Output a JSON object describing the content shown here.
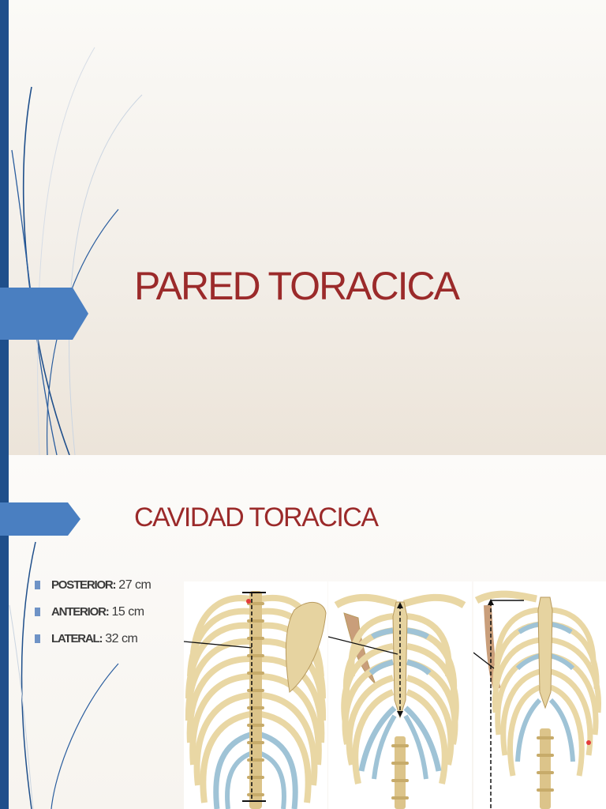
{
  "slide1": {
    "title": "PARED TORACICA"
  },
  "slide2": {
    "title": "CAVIDAD TORACICA",
    "measurements": [
      {
        "label": "POSTERIOR:",
        "value": "27 cm"
      },
      {
        "label": "ANTERIOR:",
        "value": "15 cm"
      },
      {
        "label": "LATERAL:",
        "value": "32 cm"
      }
    ],
    "images": [
      {
        "view": "posterior"
      },
      {
        "view": "anterior"
      },
      {
        "view": "lateral"
      }
    ]
  },
  "theme": {
    "accent_blue": "#1f4f8b",
    "arrow_blue": "#4a7fc1",
    "title_red": "#9b2a2a",
    "bone": "#e9d7a4",
    "cartilage": "#9fc3d6"
  }
}
